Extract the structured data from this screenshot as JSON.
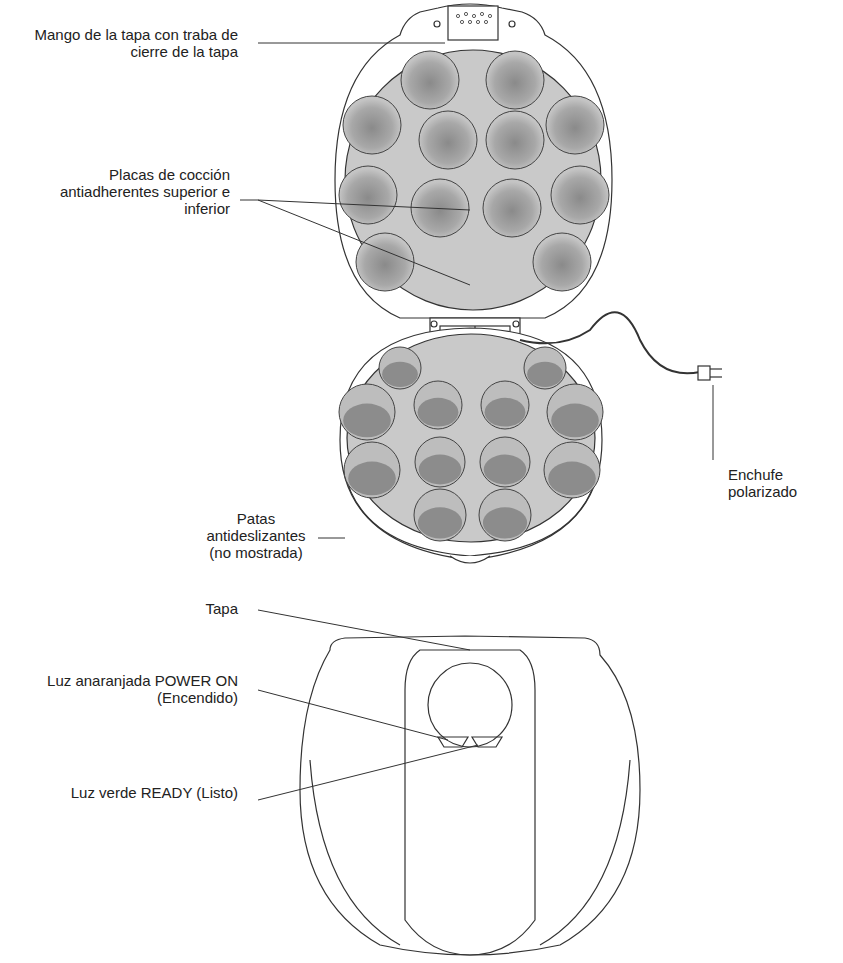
{
  "diagram": {
    "labels": [
      "Mango de la tapa con traba de cierre de la tapa",
      "Placas de cocción antiadherentes superior e inferior",
      "Enchufe polarizado",
      "Patas antideslizantes (no mostrada)",
      "Tapa",
      "Luz anaranjada POWER ON (Encendido)",
      "Luz verde READY (Listo)"
    ]
  }
}
